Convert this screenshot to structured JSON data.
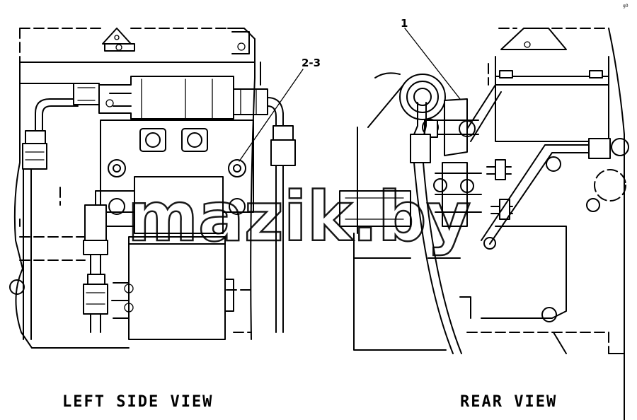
{
  "diagram": {
    "callouts": {
      "callout_1": "1",
      "callout_2_3": "2-3"
    },
    "views": {
      "left_view_label": "LEFT SIDE VIEW",
      "rear_view_label": "REAR VIEW"
    },
    "watermark": "mazik.by",
    "corner_mark": "g0"
  }
}
